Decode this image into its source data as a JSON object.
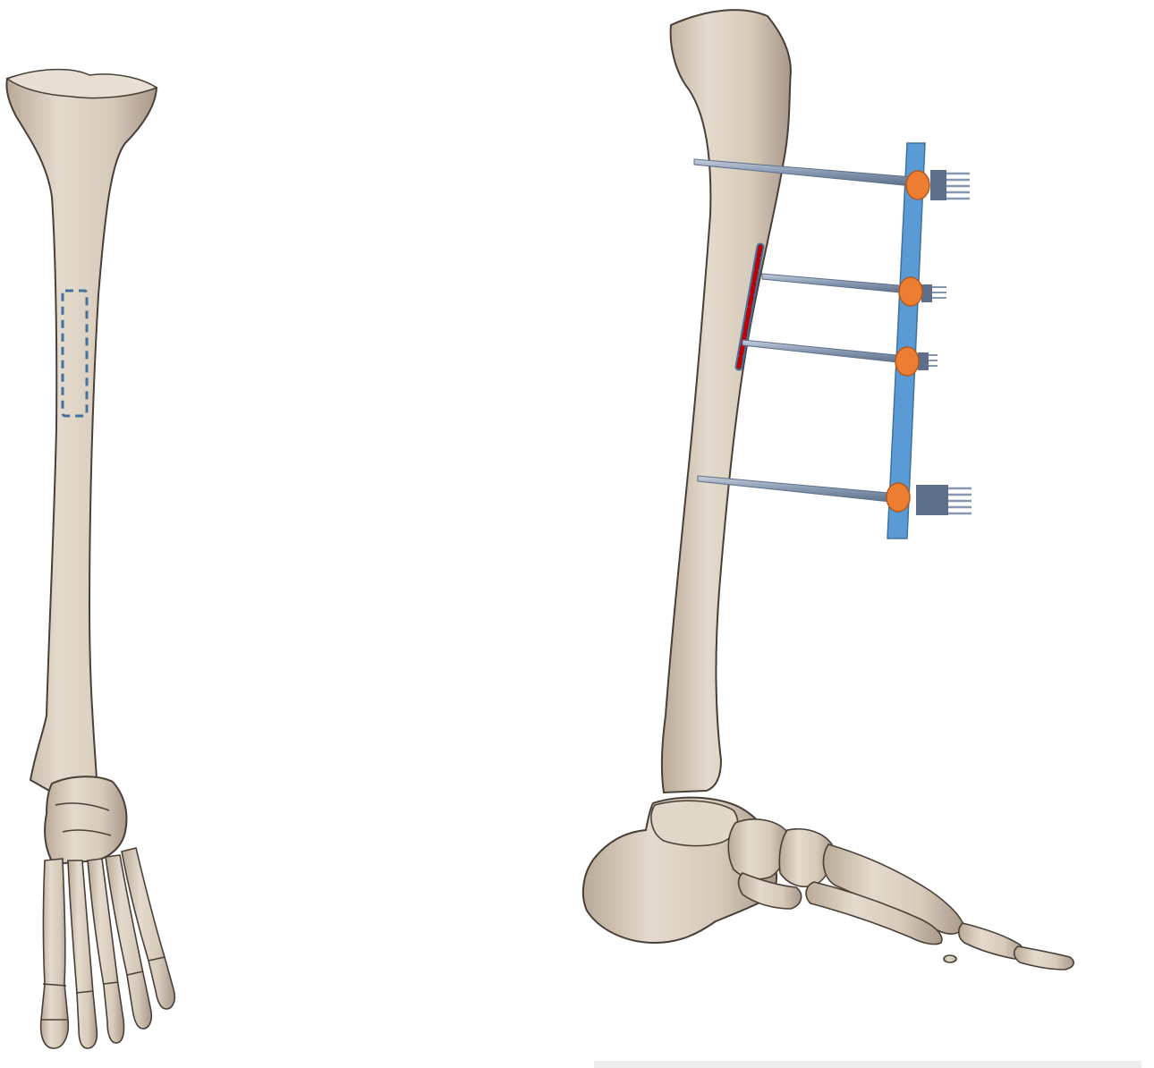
{
  "figure": {
    "panels": [
      {
        "id": "anterior",
        "view": "anterior",
        "subject": "tibia-and-foot",
        "marking": "dashed-rectangle"
      },
      {
        "id": "lateral",
        "view": "lateral",
        "subject": "tibia-and-foot",
        "device": "external-fixator"
      }
    ],
    "external_fixator": {
      "pin_count": 4,
      "clamp_count": 4,
      "bar_color": "#5b9bd5",
      "clamp_color": "#ed7d31",
      "pin_color": "#8496b0"
    },
    "marking": {
      "dashed_outline_color": "#41719c",
      "fracture_line_color": "#c00000"
    },
    "colors": {
      "bone_fill": "#d9cdbd",
      "bone_outline": "#4a3f37",
      "bone_shadow": "#b3a392"
    }
  }
}
